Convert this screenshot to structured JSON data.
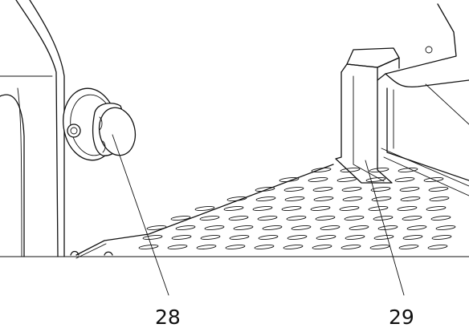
{
  "callouts": [
    {
      "id": "knob",
      "label": "28"
    },
    {
      "id": "bracket",
      "label": "29"
    }
  ],
  "colors": {
    "line": "#111111",
    "background": "#ffffff"
  }
}
